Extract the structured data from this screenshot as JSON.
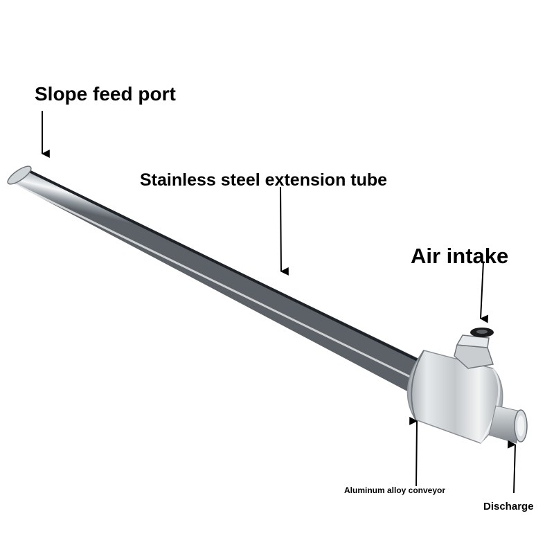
{
  "labels": {
    "slope_feed_port": "Slope feed port",
    "extension_tube": "Stainless steel extension tube",
    "air_intake": "Air intake",
    "aluminum_conveyor": "Aluminum alloy conveyor",
    "discharge": "Discharge"
  },
  "colors": {
    "background": "#ffffff",
    "label_text": "#000000",
    "arrow": "#000000",
    "steel_light": "#e9ecee",
    "steel_mid": "#a9afb4",
    "steel_dark": "#3a3f44",
    "aluminum_light": "#f2f3f4",
    "aluminum_mid": "#c4c8cb",
    "fitting_black": "#1a1a1a"
  }
}
